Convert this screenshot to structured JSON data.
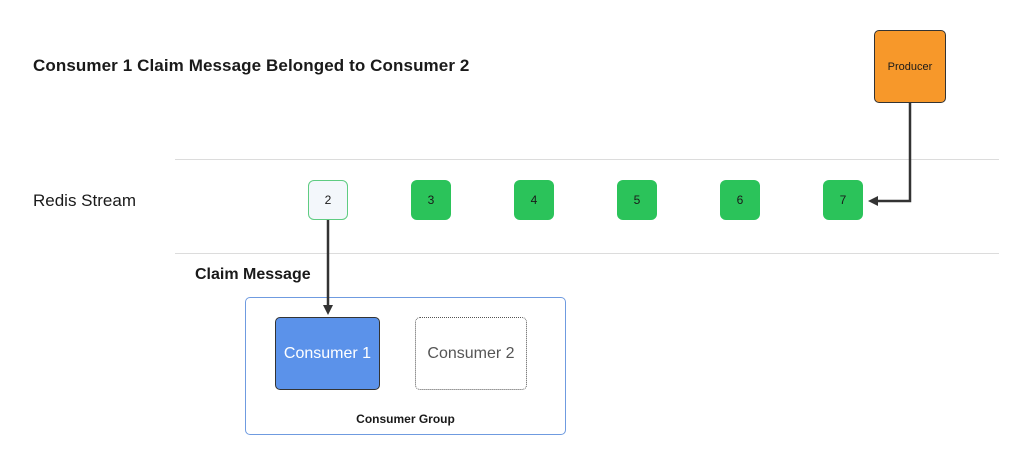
{
  "title": "Consumer 1 Claim Message Belonged to Consumer 2",
  "stream": {
    "label": "Redis Stream",
    "messages": [
      {
        "id": "2",
        "state": "claimed"
      },
      {
        "id": "3",
        "state": "active"
      },
      {
        "id": "4",
        "state": "active"
      },
      {
        "id": "5",
        "state": "active"
      },
      {
        "id": "6",
        "state": "active"
      },
      {
        "id": "7",
        "state": "active"
      }
    ]
  },
  "producer": {
    "label": "Producer"
  },
  "claim": {
    "label": "Claim Message"
  },
  "group": {
    "label": "Consumer Group",
    "consumers": [
      {
        "label": "Consumer 1"
      },
      {
        "label": "Consumer 2"
      }
    ]
  },
  "colors": {
    "producer": "#f7982a",
    "active_message": "#2bc35a",
    "claimed_message_border": "#5fcc82",
    "consumer_active": "#5b92ea",
    "group_border": "#6f9be0"
  }
}
